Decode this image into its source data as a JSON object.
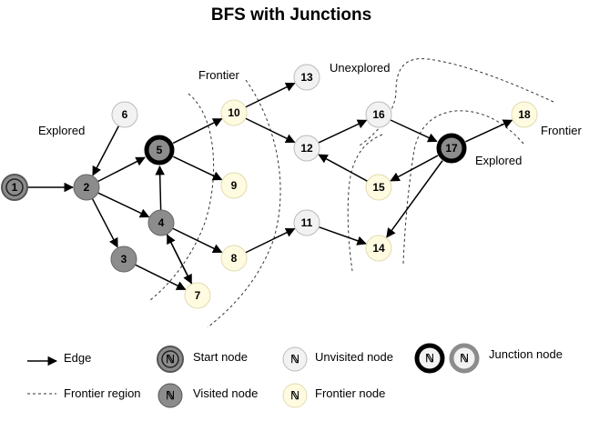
{
  "title": "BFS with Junctions",
  "colors": {
    "visited": "#8c8c8c",
    "unvisited": "#f2f2f2",
    "frontier": "#fffbe0",
    "start": "#8c8c8c",
    "junction_visited": "#8c8c8c",
    "edge": "#000000",
    "node_stroke": "#bcbcbc"
  },
  "region_labels": {
    "explored_left": "Explored",
    "frontier_top": "Frontier",
    "unexplored": "Unexplored",
    "frontier_right": "Frontier",
    "explored_right": "Explored"
  },
  "nodes": [
    {
      "id": "1",
      "type": "start"
    },
    {
      "id": "2",
      "type": "visited"
    },
    {
      "id": "3",
      "type": "visited"
    },
    {
      "id": "4",
      "type": "visited"
    },
    {
      "id": "5",
      "type": "junction-visited"
    },
    {
      "id": "6",
      "type": "unvisited"
    },
    {
      "id": "7",
      "type": "frontier"
    },
    {
      "id": "8",
      "type": "frontier"
    },
    {
      "id": "9",
      "type": "frontier"
    },
    {
      "id": "10",
      "type": "frontier"
    },
    {
      "id": "11",
      "type": "unvisited"
    },
    {
      "id": "12",
      "type": "unvisited"
    },
    {
      "id": "13",
      "type": "unvisited"
    },
    {
      "id": "14",
      "type": "frontier"
    },
    {
      "id": "15",
      "type": "frontier"
    },
    {
      "id": "16",
      "type": "unvisited"
    },
    {
      "id": "17",
      "type": "junction-visited"
    },
    {
      "id": "18",
      "type": "frontier"
    }
  ],
  "edges": [
    {
      "from": "1",
      "to": "2"
    },
    {
      "from": "6",
      "to": "2"
    },
    {
      "from": "2",
      "to": "5"
    },
    {
      "from": "2",
      "to": "4"
    },
    {
      "from": "2",
      "to": "3"
    },
    {
      "from": "4",
      "to": "5"
    },
    {
      "from": "5",
      "to": "10"
    },
    {
      "from": "5",
      "to": "9"
    },
    {
      "from": "4",
      "to": "8"
    },
    {
      "from": "4",
      "to": "7"
    },
    {
      "from": "3",
      "to": "7"
    },
    {
      "from": "7",
      "to": "4"
    },
    {
      "from": "10",
      "to": "13"
    },
    {
      "from": "10",
      "to": "12"
    },
    {
      "from": "8",
      "to": "11"
    },
    {
      "from": "11",
      "to": "14"
    },
    {
      "from": "12",
      "to": "16"
    },
    {
      "from": "16",
      "to": "17"
    },
    {
      "from": "15",
      "to": "12"
    },
    {
      "from": "17",
      "to": "15"
    },
    {
      "from": "17",
      "to": "14"
    },
    {
      "from": "17",
      "to": "18"
    }
  ],
  "legend": {
    "edge": "Edge",
    "frontier_region": "Frontier region",
    "start_node": "Start node",
    "visited_node": "Visited node",
    "unvisited_node": "Unvisited node",
    "frontier_node": "Frontier node",
    "junction_node": "Junction node",
    "symbol": "ℕ"
  }
}
